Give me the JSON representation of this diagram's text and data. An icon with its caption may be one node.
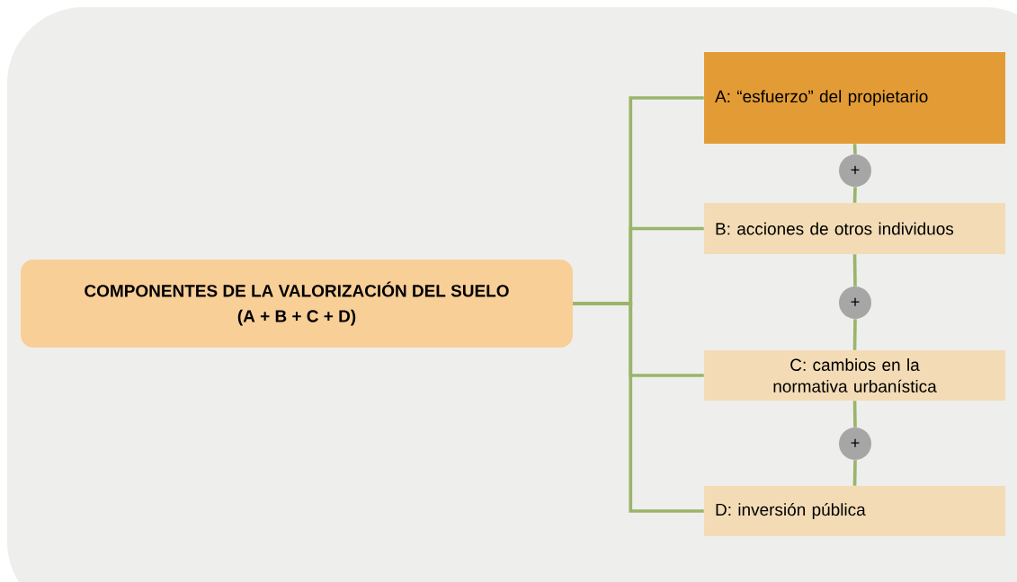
{
  "diagram": {
    "nodes": [
      {
        "text": [
          "COMPONENTES DE LA VALORIZACIÓN DEL SUELO",
          "(A + B + C + D)"
        ]
      },
      {
        "text": [
          "A: “esfuerzo” del propietario"
        ]
      },
      {
        "text": [
          "B: acciones de otros individuos"
        ]
      },
      {
        "text": [
          "C: cambios en la normativa urbanística"
        ]
      },
      {
        "text": [
          "D: inversión pública"
        ]
      },
      {
        "text": [
          "+"
        ]
      },
      {
        "text": [
          "+"
        ]
      },
      {
        "text": [
          "+"
        ]
      }
    ],
    "edges": [
      {
        "from": 0,
        "to": 1,
        "arrow": "none"
      },
      {
        "from": 0,
        "to": 2,
        "arrow": "none"
      },
      {
        "from": 0,
        "to": 3,
        "arrow": "none"
      },
      {
        "from": 0,
        "to": 4,
        "arrow": "none"
      },
      {
        "from": 1,
        "to": 5,
        "arrow": "none"
      },
      {
        "from": 5,
        "to": 2,
        "arrow": "none"
      },
      {
        "from": 2,
        "to": 6,
        "arrow": "none"
      },
      {
        "from": 6,
        "to": 3,
        "arrow": "none"
      },
      {
        "from": 3,
        "to": 7,
        "arrow": "none"
      },
      {
        "from": 7,
        "to": 4,
        "arrow": "none"
      }
    ]
  }
}
